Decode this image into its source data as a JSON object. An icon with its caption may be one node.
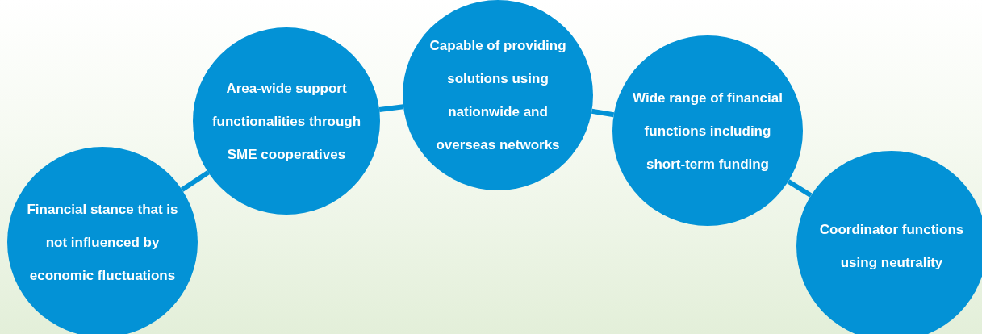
{
  "diagram": {
    "nodes": [
      {
        "text": [
          "Financial stance that is not influenced by economic fluctuations"
        ]
      },
      {
        "text": [
          "Area-wide support functionalities through SME cooperatives"
        ]
      },
      {
        "text": [
          "Capable of providing solutions using nationwide and overseas networks"
        ]
      },
      {
        "text": [
          "Wide range of financial functions including short-term funding"
        ]
      },
      {
        "text": [
          "Coordinator functions using neutrality"
        ]
      }
    ],
    "edges": [
      {
        "from": 0,
        "to": 1,
        "arrow": "none"
      },
      {
        "from": 1,
        "to": 2,
        "arrow": "none"
      },
      {
        "from": 2,
        "to": 3,
        "arrow": "none"
      },
      {
        "from": 3,
        "to": 4,
        "arrow": "none"
      }
    ]
  }
}
